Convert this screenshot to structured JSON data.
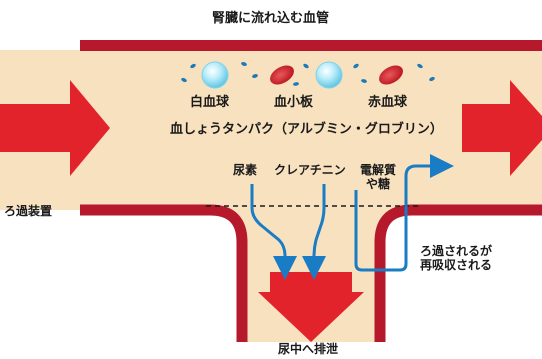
{
  "labels": {
    "title": "腎臓に流れ込む血管",
    "white_blood_cell": "白血球",
    "platelet": "血小板",
    "red_blood_cell": "赤血球",
    "proteins": "血しょうタンパク（アルブミン・グロブリン）",
    "urea": "尿素",
    "creatinine": "クレアチニン",
    "electrolyte_line1": "電解質",
    "electrolyte_line2": "や糖",
    "filtration_device": "ろ過装置",
    "reabsorb_line1": "ろ過されるが",
    "reabsorb_line2": "再吸収される",
    "excretion": "尿中へ排泄"
  },
  "colors": {
    "vessel_wall": "#b5192b",
    "plasma": "#f7e1bf",
    "flow_arrow": "#e3232b",
    "blue_arrow": "#1a7cc4",
    "white_cell": "#9ee0f2",
    "red_cell": "#d8242c",
    "speck": "#1d7ab8"
  },
  "icons": {
    "flow": "right-arrow",
    "excretion": "down-arrow",
    "reabsorption": "curved-arrow"
  }
}
